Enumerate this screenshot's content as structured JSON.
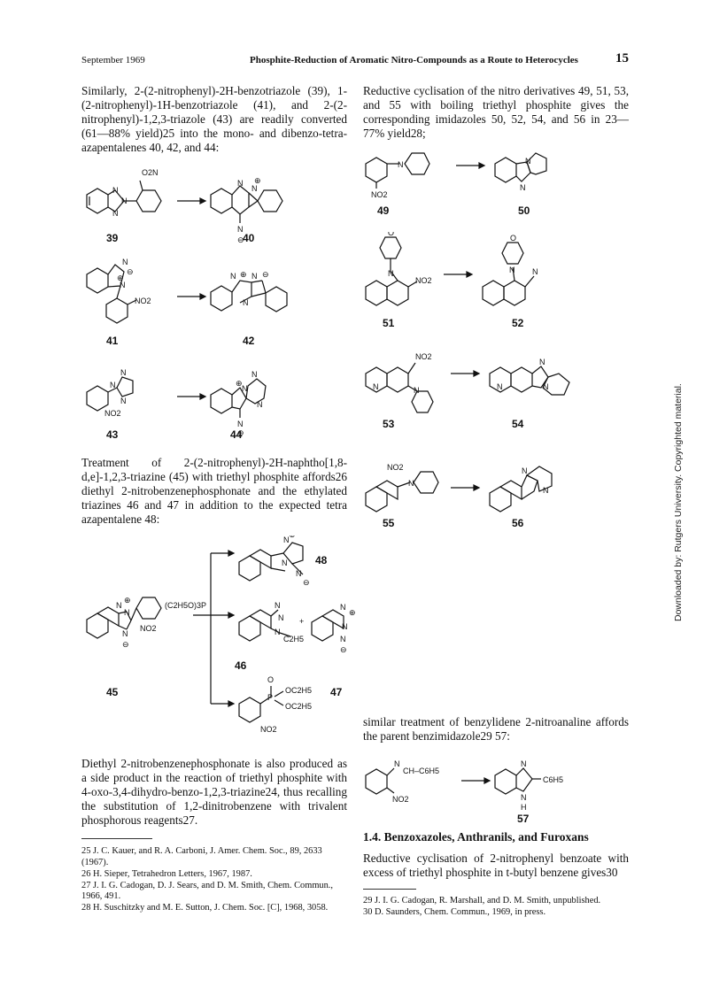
{
  "header": {
    "date": "September 1969",
    "title": "Phosphite-Reduction of Aromatic Nitro-Compounds as a Route to Heterocycles",
    "page": "15"
  },
  "side_note": "Downloaded by: Rutgers University. Copyrighted material.",
  "left_intro": "Similarly, 2-(2-nitrophenyl)-2H-benzotriazole (39), 1-(2-nitrophenyl)-1H-benzotriazole (41), and 2-(2-nitrophenyl)-1,2,3-triazole (43) are readily converted (61—88% yield)25 into the mono- and dibenzo-tetra-azapentalenes 40, 42, and 44:",
  "left_treatment": "Treatment of 2-(2-nitrophenyl)-2H-naphtho[1,8-d,e]-1,2,3-triazine (45) with triethyl phosphite affords26 diethyl 2-nitrobenzenephosphonate and the ethylated triazines 46 and 47 in addition to the expected tetra azapentalene 48:",
  "left_diethyl": "Diethyl 2-nitrobenzenephosphonate is also produced as a side product in the reaction of triethyl phosphite with 4-oxo-3,4-dihydro-benzo-1,2,3-triazine24, thus recalling the substitution of 1,2-dinitrobenzene with trivalent phosphorous reagents27.",
  "right_intro": "Reductive cyclisation of the nitro derivatives 49, 51, 53, and 55 with boiling triethyl phosphite gives the corresponding imidazoles 50, 52, 54, and 56 in 23—77% yield28;",
  "right_similar": "similar treatment of benzylidene 2-nitroanaline affords the parent benzimidazole29 57:",
  "section_title": "1.4. Benzoxazoles, Anthranils, and Furoxans",
  "right_reductive": "Reductive cyclisation of 2-nitrophenyl benzoate with excess of triethyl phosphite in t-butyl benzene gives30",
  "footnotes_left": [
    "25 J. C. Kauer, and R. A. Carboni, J. Amer. Chem. Soc., 89, 2633 (1967).",
    "26 H. Sieper, Tetrahedron Letters, 1967, 1987.",
    "27 J. I. G. Cadogan, D. J. Sears, and D. M. Smith, Chem. Commun., 1966, 491.",
    "28 H. Suschitzky and M. E. Sutton, J. Chem. Soc. [C], 1968, 3058."
  ],
  "footnotes_right": [
    "29 J. I. G. Cadogan, R. Marshall, and D. M. Smith, unpublished.",
    "30 D. Saunders, Chem. Commun., 1969, in press."
  ],
  "labels": {
    "c39": "39",
    "c40": "40",
    "c41": "41",
    "c42": "42",
    "c43": "43",
    "c44": "44",
    "c45": "45",
    "c46": "46",
    "c47": "47",
    "c48": "48",
    "c49": "49",
    "c50": "50",
    "c51": "51",
    "c52": "52",
    "c53": "53",
    "c54": "54",
    "c55": "55",
    "c56": "56",
    "c57": "57"
  },
  "atoms": {
    "N": "N",
    "O": "O",
    "H": "H",
    "P": "P",
    "no2": "NO2",
    "o2n": "O2N",
    "plus": "⊕",
    "minus": "⊖",
    "reagent": "(C2H5O)3P",
    "ethyl": "C2H5",
    "oet": "OC2H5",
    "ch_c6h5": "CH–C6H5",
    "c6h5": "C6H5",
    "plus_sign": "+"
  }
}
